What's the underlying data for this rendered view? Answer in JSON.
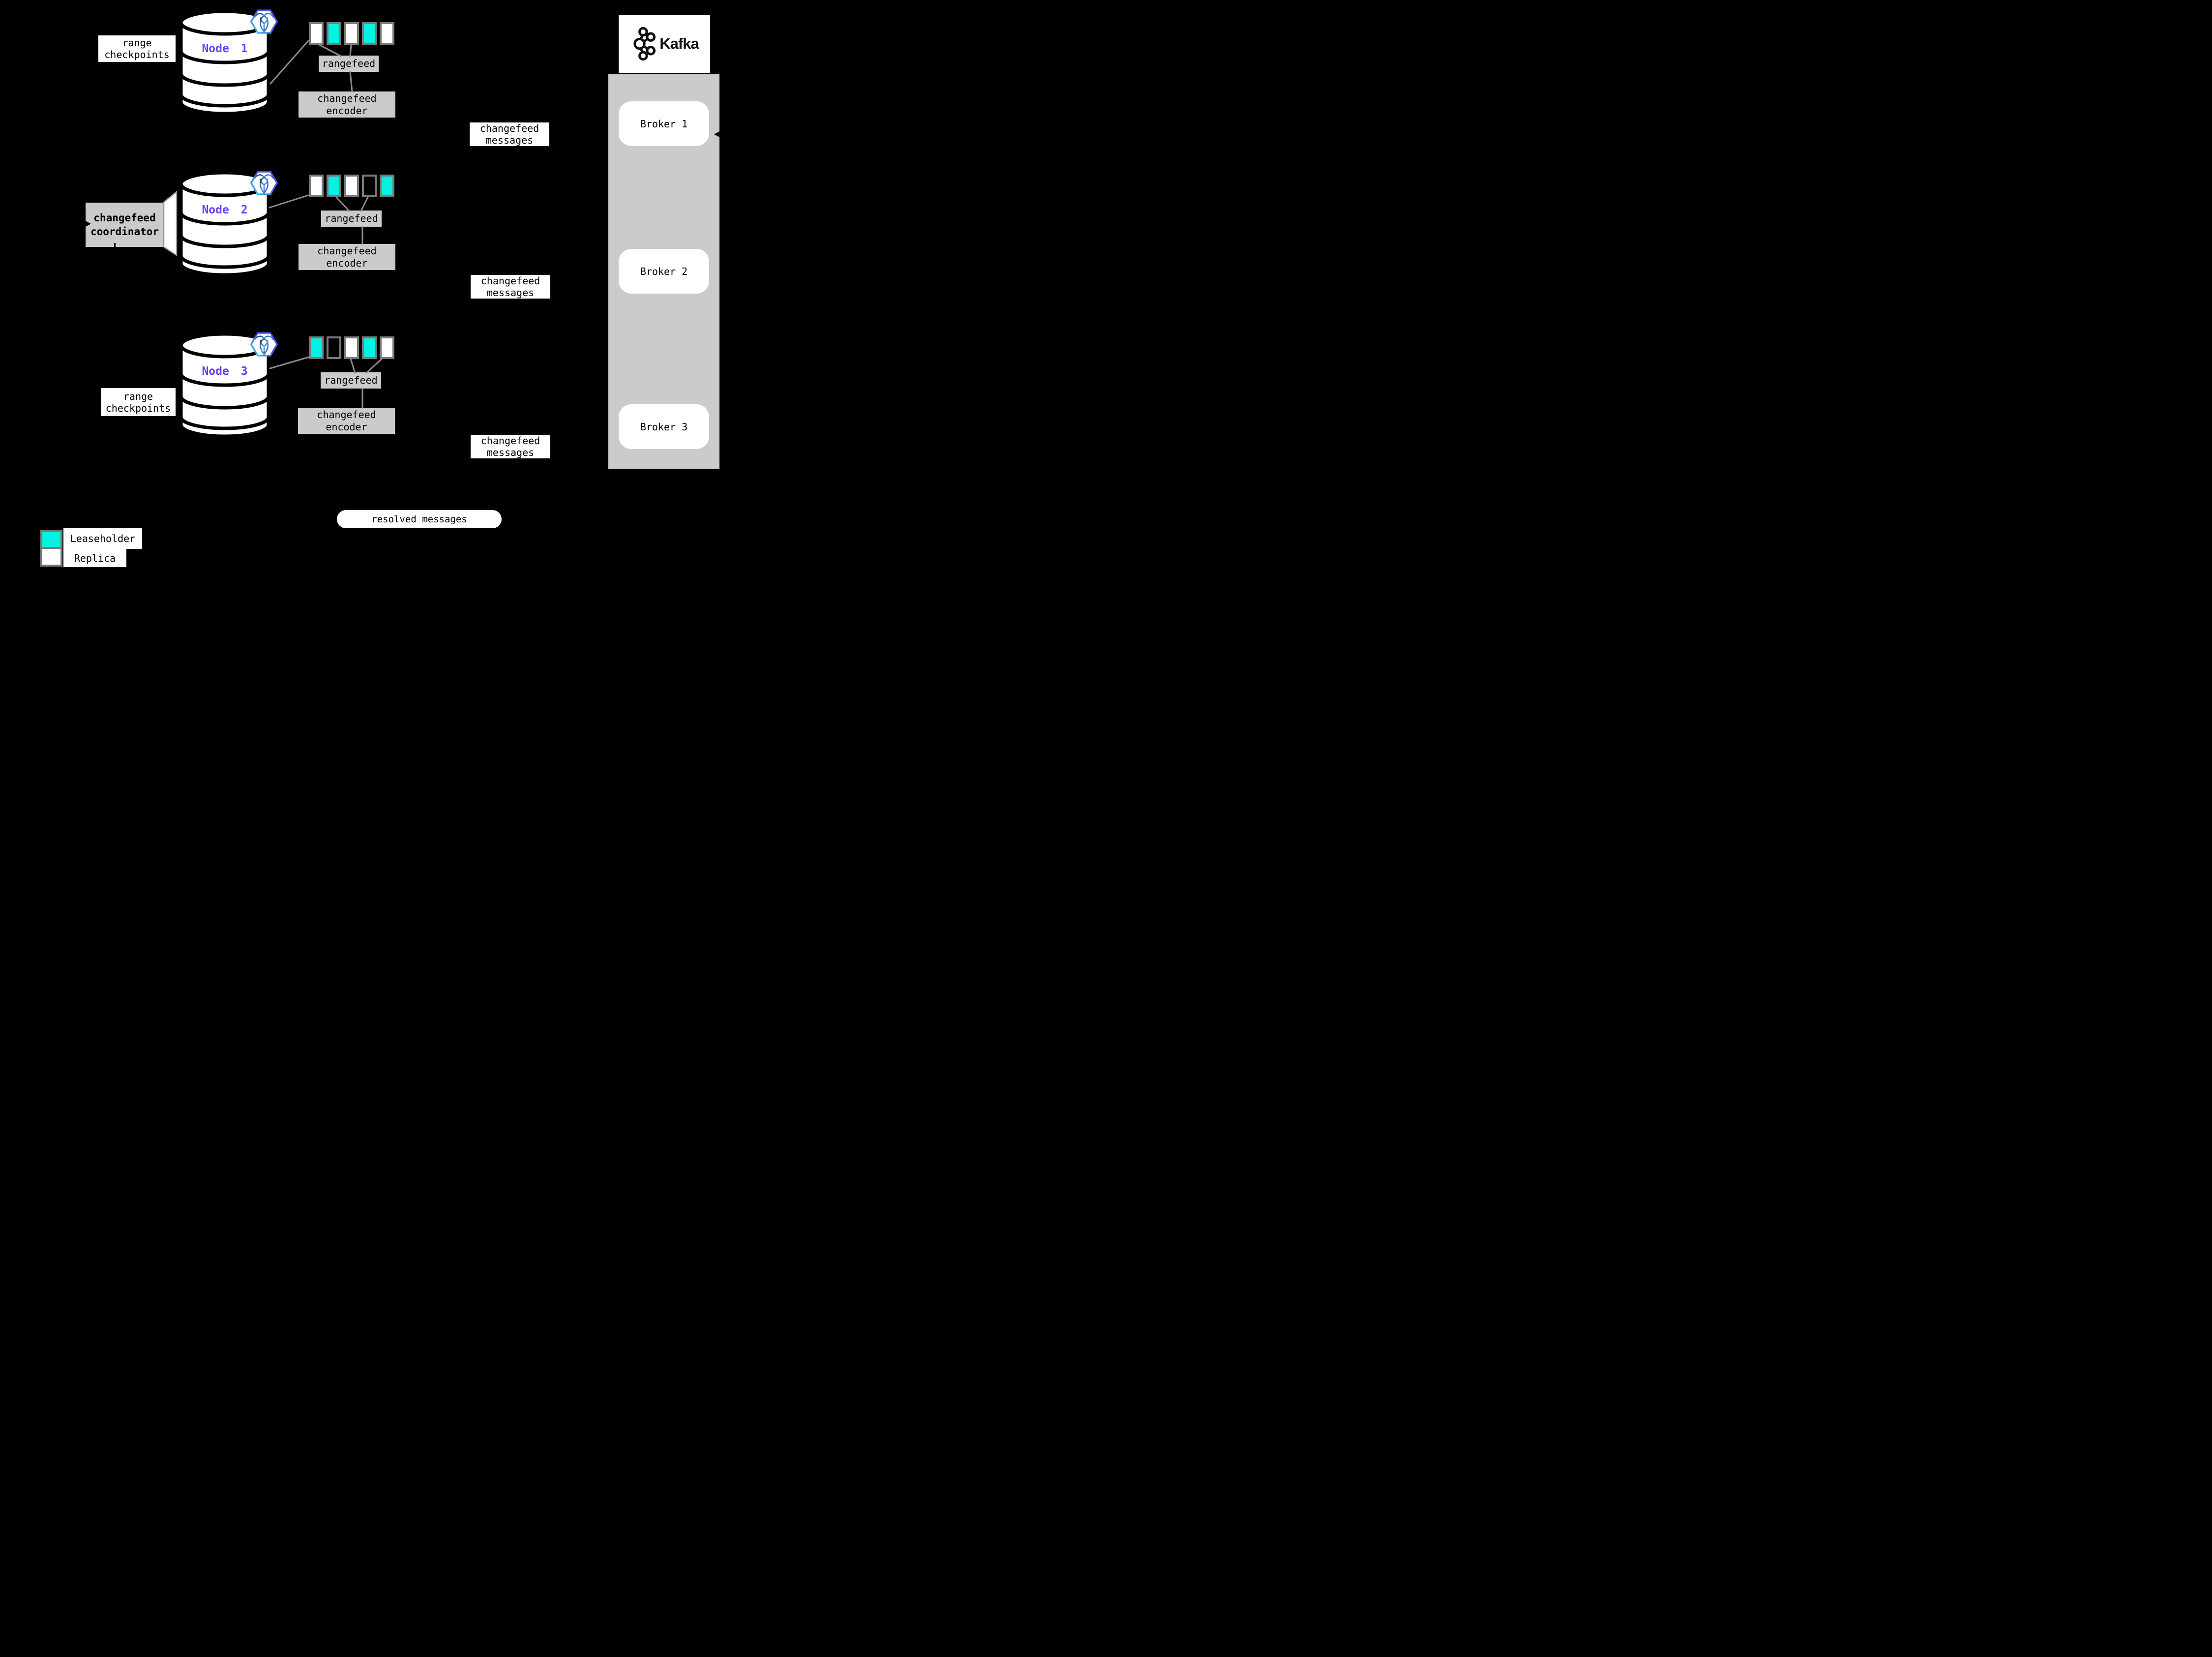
{
  "colors": {
    "background": "#000000",
    "box_gray": "#CBCBCB",
    "leaseholder_cyan": "#00F2E2",
    "replica_white": "#FFFFFF",
    "range_border_gray": "#7A7A7A",
    "connector_gray": "#8C8C8C",
    "node_text_purple": "#6A3DF5",
    "hexagon_gradient_start": "#29D8F0",
    "hexagon_gradient_end": "#5A43E8",
    "text_black": "#000000"
  },
  "nodes": [
    {
      "name": "Node 1",
      "ranges": [
        "replica",
        "leaseholder",
        "replica",
        "leaseholder",
        "replica"
      ]
    },
    {
      "name": "Node 2",
      "ranges": [
        "replica",
        "leaseholder",
        "replica",
        "empty",
        "leaseholder"
      ]
    },
    {
      "name": "Node 3",
      "ranges": [
        "leaseholder",
        "empty",
        "replica",
        "leaseholder",
        "replica"
      ]
    }
  ],
  "labels": {
    "range_checkpoints": "range checkpoints",
    "rangefeed": "rangefeed",
    "changefeed_encoder": "changefeed encoder",
    "changefeed_messages": "changefeed messages",
    "changefeed_coordinator": "changefeed coordinator",
    "resolved_messages": "resolved messages"
  },
  "kafka": {
    "wordmark": "Kafka",
    "brokers": [
      "Broker 1",
      "Broker 2",
      "Broker 3"
    ]
  },
  "legend": {
    "leaseholder": "Leaseholder",
    "replica": "Replica"
  }
}
